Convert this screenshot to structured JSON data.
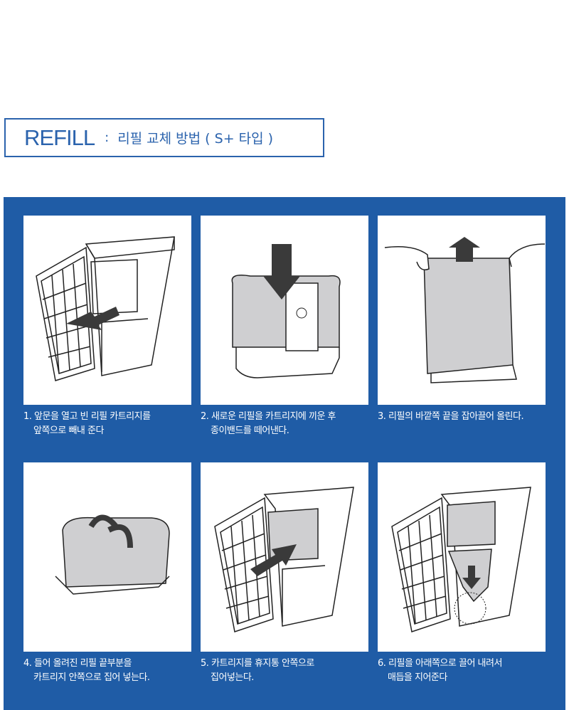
{
  "header": {
    "title": "REFILL",
    "separator": ":",
    "subtitle": "리필 교체 방법 ( S+ 타입 )"
  },
  "steps": [
    {
      "line1": "1. 앞문을 열고 빈 리필 카트리지를",
      "line2": "앞쪽으로 빼내 준다"
    },
    {
      "line1": "2. 새로운 리필을 카트리지에 끼운 후",
      "line2": "종이밴드를 떼어낸다."
    },
    {
      "line1": "3. 리필의 바깥쪽 끝을 잡아끌어 올린다.",
      "line2": ""
    },
    {
      "line1": "4. 들어 올려진 리필 끝부분을",
      "line2": "카트리지 안쪽으로 집어 넣는다."
    },
    {
      "line1": "5. 카트리지를 휴지통 안쪽으로",
      "line2": "집어넣는다."
    },
    {
      "line1": "6. 리필을 아래쪽으로 끌어 내려서",
      "line2": "매듭을 지어준다"
    }
  ],
  "colors": {
    "brand": "#2b63ad",
    "panel": "#1f5ca6",
    "bag": "#cfcfd1",
    "arrow": "#3a3a3a"
  }
}
